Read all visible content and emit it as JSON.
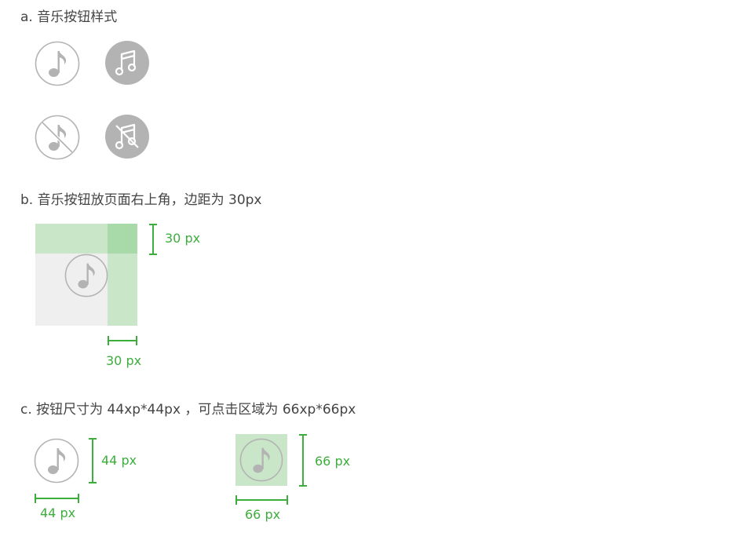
{
  "sections": {
    "a": {
      "heading": "a. 音乐按钮样式",
      "icons": [
        "music-on-outline-icon",
        "music-on-filled-icon",
        "music-off-outline-icon",
        "music-off-filled-icon"
      ]
    },
    "b": {
      "heading": "b. 音乐按钮放页面右上角，边距为 30px",
      "top_margin_label": "30 px",
      "right_margin_label": "30 px"
    },
    "c": {
      "heading": "c. 按钮尺寸为 44xp*44px ，可点击区域为 66xp*66px",
      "button_height_label": "44 px",
      "button_width_label": "44 px",
      "hit_height_label": "66 px",
      "hit_width_label": "66 px"
    }
  },
  "colors": {
    "icon_grey": "#b3b3b3",
    "dimension_green": "#3cae3c",
    "margin_highlight": "#c9e6c9",
    "page_placeholder": "#efefef"
  }
}
